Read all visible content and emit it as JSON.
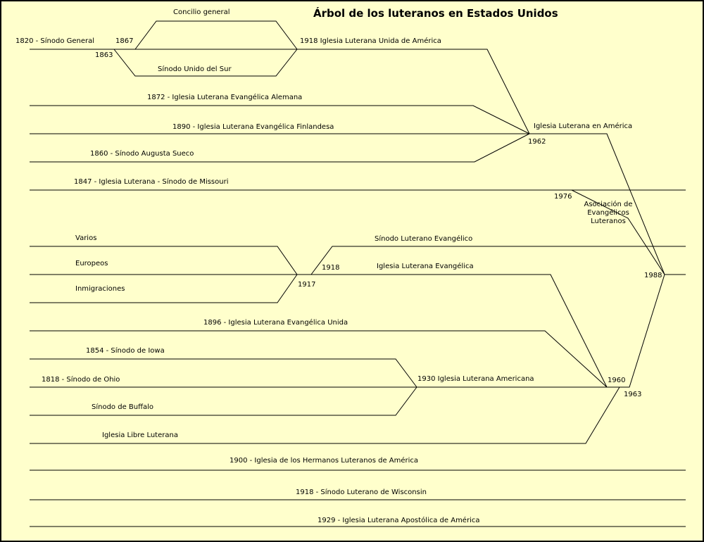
{
  "title": "Árbol de los luteranos en Estados Unidos",
  "labels": {
    "concilio_general": "Concilio general",
    "sinodo_general": "1820 - Sínodo General",
    "y1867": "1867",
    "y1863a": "1863",
    "sinodo_unido_sur": "Sínodo Unido del Sur",
    "iglesia_unida_america": "1918 Iglesia Luterana Unida de América",
    "evangelica_alemana": "1872 - Iglesia Luterana Evangélica Alemana",
    "evangelica_finlandesa": "1890 - Iglesia Luterana Evangélica Finlandesa",
    "augusta_sueco": "1860 - Sínodo Augusta Sueco",
    "iglesia_en_america": "Iglesia Luterana en América",
    "y1962": "1962",
    "missouri": "1847 - Iglesia Luterana - Sínodo de Missouri",
    "y1976": "1976",
    "asociacion": "Asociación de Evangélicos Luteranos",
    "varios": "Varios",
    "europeos": "Europeos",
    "inmigraciones": "Inmigraciones",
    "y1917": "1917",
    "y1918": "1918",
    "sinodo_luterano_evangelico": "Sínodo Luterano Evangélico",
    "iglesia_luterana_evangelica": "Iglesia Luterana Evangélica",
    "y1988": "1988",
    "evangelica_unida": "1896 - Iglesia Luterana Evangélica Unida",
    "iowa": "1854 - Sínodo de Iowa",
    "ohio": "1818 - Sínodo de Ohio",
    "iglesia_americana": "1930 Iglesia Luterana Americana",
    "y1960": "1960",
    "buffalo": "Sínodo de Buffalo",
    "y1963b": "1963",
    "libre_luterana": "Iglesia Libre Luterana",
    "hermanos": "1900 - Iglesia de los Hermanos Luteranos de América",
    "wisconsin": "1918 - Sínodo Luterano de Wisconsin",
    "apostolica": "1929 - Iglesia Luterana Apostólica de América"
  }
}
